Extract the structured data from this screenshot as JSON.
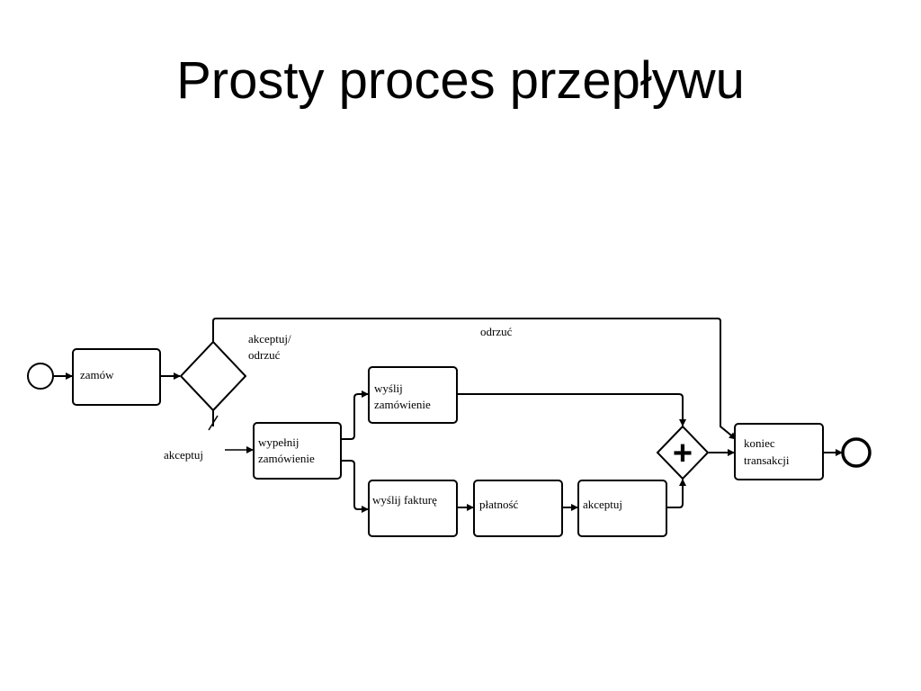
{
  "slide": {
    "title": "Prosty proces przepływu"
  },
  "diagram": {
    "tasks": {
      "order": "zamów",
      "fill_order": [
        "wypełnij",
        "zamówienie"
      ],
      "send_order": [
        "wyślij",
        "zamówienie"
      ],
      "send_invoice": "wyślij fakturę",
      "payment": "płatność",
      "accept": "akceptuj",
      "end_transaction": [
        "koniec",
        "transakcji"
      ]
    },
    "gateways": {
      "decision": [
        "akceptuj/",
        "odrzuć"
      ],
      "parallel_join": "+"
    },
    "edge_labels": {
      "reject": "odrzuć",
      "accept": "akceptuj"
    },
    "colors": {
      "stroke": "#000000",
      "fill": "#ffffff"
    }
  }
}
